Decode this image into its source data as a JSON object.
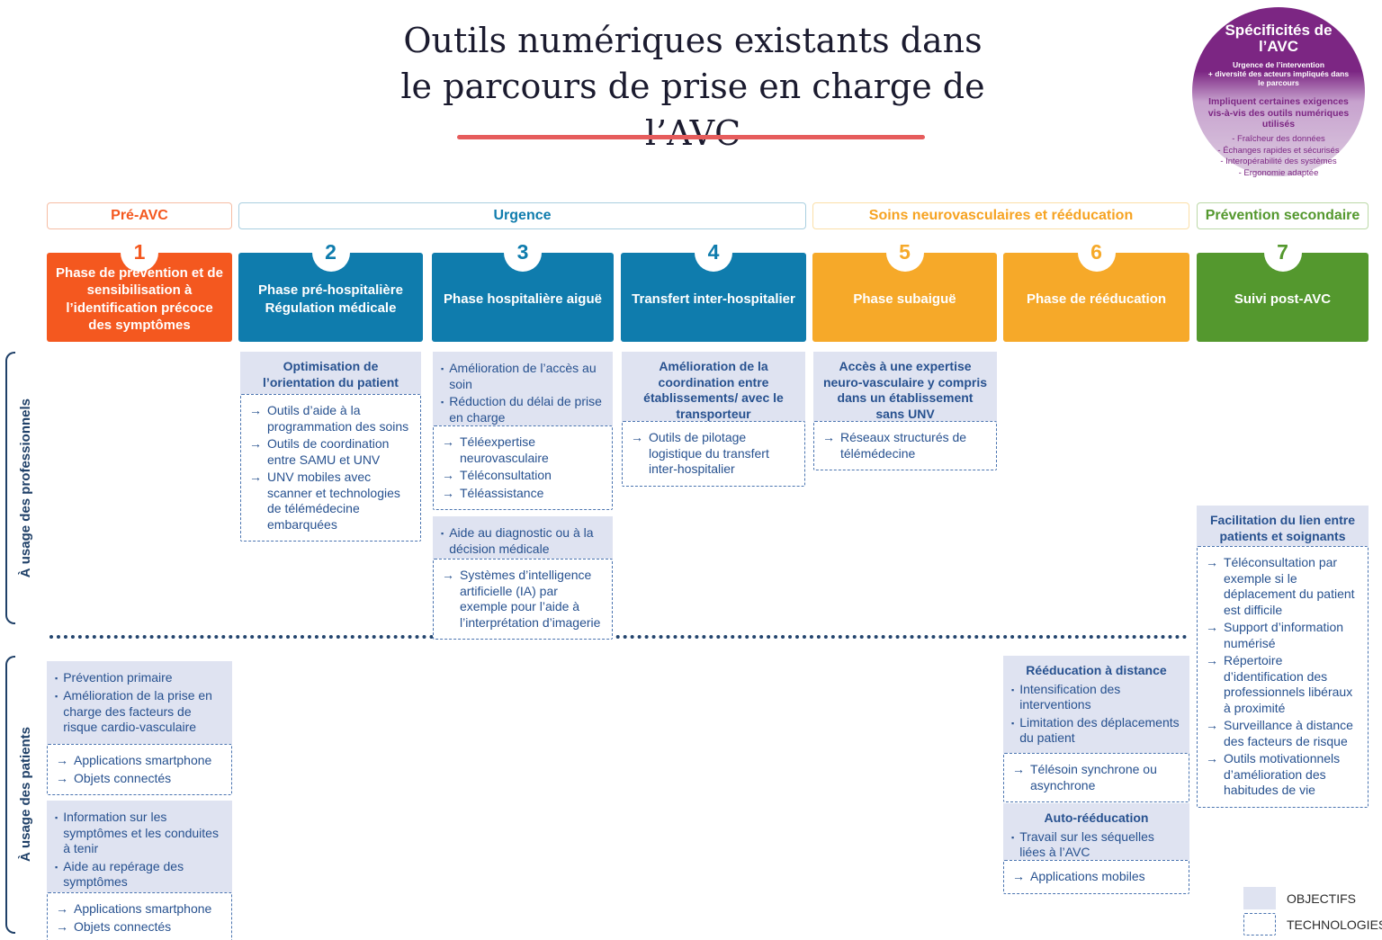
{
  "markers": {
    "arrow": "→",
    "bullet": "▪"
  },
  "header": {
    "title_line1": "Outils numériques existants dans",
    "title_line2": "le parcours de prise en charge de l’AVC"
  },
  "badge": {
    "title": "Spécificités de l’AVC",
    "line1": "Urgence de l’intervention",
    "line2": "+ diversité des acteurs impliqués dans le parcours",
    "subtitle": "Impliquent certaines exigences vis-à-vis des outils numériques utilisés",
    "items": [
      "- Fraîcheur des données",
      "- Échanges rapides et sécurisés",
      "- Interopérabilité des systèmes",
      "- Ergonomie adaptée"
    ]
  },
  "categories": [
    {
      "label": "Pré-AVC"
    },
    {
      "label": "Urgence"
    },
    {
      "label": "Soins neurovasculaires et rééducation"
    },
    {
      "label": "Prévention secondaire"
    }
  ],
  "phases": [
    {
      "number": "1",
      "title": "Phase de prévention et de sensibilisation à l’identification précoce des symptômes"
    },
    {
      "number": "2",
      "title": "Phase pré-hospitalière",
      "subtitle": "Régulation médicale"
    },
    {
      "number": "3",
      "title": "Phase hospitalière aiguë"
    },
    {
      "number": "4",
      "title": "Transfert inter-hospitalier"
    },
    {
      "number": "5",
      "title": "Phase subaiguë"
    },
    {
      "number": "6",
      "title": "Phase de rééducation"
    },
    {
      "number": "7",
      "title": "Suivi post-AVC"
    }
  ],
  "professionals": {
    "label": "À usage des professionnels",
    "col2": {
      "objective": {
        "title": "Optimisation de l’orientation du patient"
      },
      "technologies": [
        "Outils d’aide à la programmation des soins",
        "Outils de coordination entre SAMU et UNV",
        "UNV mobiles avec scanner et technologies de télémédecine embarquées"
      ]
    },
    "col3": {
      "objective1": {
        "items": [
          "Amélioration de l’accès au soin",
          "Réduction du délai de prise en charge"
        ]
      },
      "technologies1": [
        "Téléexpertise neurovasculaire",
        "Téléconsultation",
        "Téléassistance"
      ],
      "objective2": {
        "items": [
          "Aide au diagnostic ou à la décision médicale"
        ]
      },
      "technologies2": [
        "Systèmes d’intelligence artificielle (IA) par exemple pour l’aide à l’interprétation d’imagerie"
      ]
    },
    "col4": {
      "objective": {
        "title": "Amélioration de la coordination entre établissements/ avec le transporteur"
      },
      "technologies": [
        "Outils de pilotage logistique du transfert inter-hospitalier"
      ]
    },
    "col5": {
      "objective": {
        "title": "Accès à une expertise neuro-vasculaire y compris dans un établissement sans UNV"
      },
      "technologies": [
        "Réseaux structurés de télémédecine"
      ]
    },
    "col7": {
      "objective": {
        "title": "Facilitation du lien entre patients et soignants"
      },
      "technologies": [
        "Téléconsultation par exemple si le déplacement du patient est difficile",
        "Support d’information numérisé",
        "Répertoire d’identification des professionnels libéraux à proximité",
        "Surveillance à distance des facteurs de risque",
        "Outils motivationnels d’amélioration des habitudes de vie"
      ]
    }
  },
  "patients": {
    "label": "À usage des patients",
    "col1": {
      "objective1": {
        "items": [
          "Prévention primaire",
          "Amélioration de la prise en charge des facteurs de risque cardio-vasculaire"
        ]
      },
      "technologies1": [
        "Applications smartphone",
        "Objets connectés"
      ],
      "objective2": {
        "items": [
          "Information sur les symptômes et les conduites à tenir",
          "Aide au repérage des symptômes"
        ]
      },
      "technologies2": [
        "Applications smartphone",
        "Objets connectés"
      ]
    },
    "col6": {
      "objective1": {
        "title": "Rééducation à distance",
        "items": [
          "Intensification des interventions",
          "Limitation des déplacements du patient"
        ]
      },
      "technologies1": [
        "Télésoin synchrone ou asynchrone"
      ],
      "objective2": {
        "title": "Auto-rééducation",
        "items": [
          "Travail sur les séquelles liées à l’AVC"
        ]
      },
      "technologies2": [
        "Applications mobiles"
      ]
    }
  },
  "legend": {
    "objectifs": "OBJECTIFS",
    "technologies": "TECHNOLOGIES"
  },
  "colors": {
    "phase_pre_avc": "#f4581f",
    "phase_urgence": "#0f7cad",
    "phase_soins": "#f6a929",
    "phase_prevention": "#54982e",
    "objective_bg": "#dfe3f1",
    "text_blue": "#27518f",
    "tech_border": "#4a74b0",
    "badge_dark": "#7c2683",
    "badge_light": "#dccbe0",
    "title_rule": "#e65c5c",
    "navy": "#1f4068"
  }
}
